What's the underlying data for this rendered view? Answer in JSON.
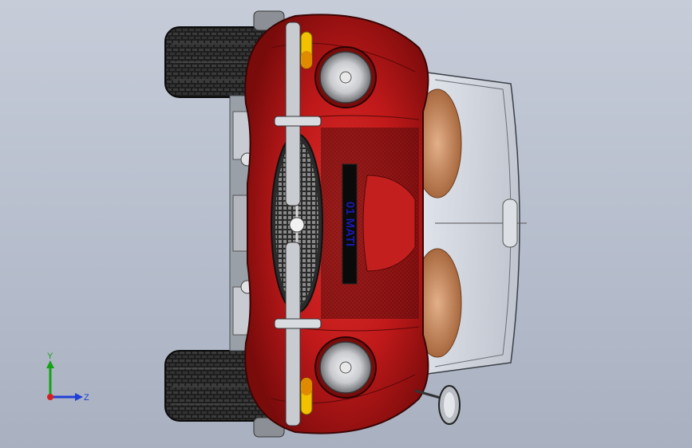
{
  "viewport": {
    "background_top": "#c6ccd8",
    "background_bottom": "#a9b1c1"
  },
  "model": {
    "body_color": "#c0191a",
    "body_dark": "#7a0b0b",
    "tire_color": "#1e1e1e",
    "headlight_color": "#b9bcc0",
    "indicator_color": "#f2c200",
    "windshield_color": "#d8dbe2",
    "seat_color": "#c98a5c"
  },
  "license_plate": {
    "text": "01 MATI",
    "text_color": "#1a1aa8",
    "background": "#0a0a0a"
  },
  "triad": {
    "y_label": "Y",
    "z_label": "Z",
    "y_color": "#15a315",
    "z_color": "#1f3fd6",
    "origin_color": "#d61f1f"
  }
}
